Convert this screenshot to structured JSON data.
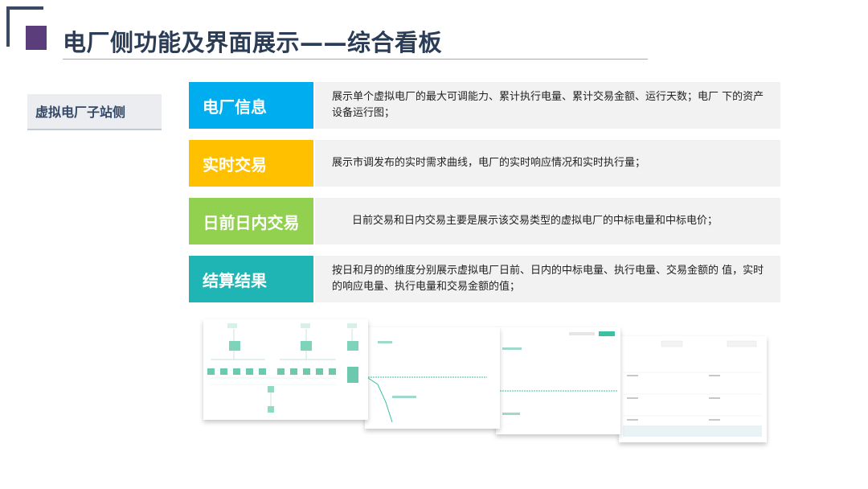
{
  "slide": {
    "title": "电厂侧功能及界面展示——综合看板"
  },
  "side_tab": {
    "label": "虚拟电厂子站侧"
  },
  "features": [
    {
      "label": "电厂信息",
      "color": "#00aeef",
      "description": "展示单个虚拟电厂的最大可调能力、累计执行电量、累计交易金额、运行天数；电厂 下的资产设备运行图；"
    },
    {
      "label": "实时交易",
      "color": "#ffc000",
      "description": "展示市调发布的实时需求曲线，电厂的实时响应情况和实时执行量；"
    },
    {
      "label": "日前日内交易",
      "color": "#92d050",
      "description": "日前交易和日内交易主要是展示该交易类型的虚拟电厂的中标电量和中标电价；"
    },
    {
      "label": "结算结果",
      "color": "#1fb5b4",
      "description": "按日和月的的维度分别展示虚拟电厂日前、日内的中标电量、执行电量、交易金额的 值，实时的响应电量、执行电量和交易金额的值；"
    }
  ],
  "colors": {
    "title_text": "#2b3c56",
    "logo_square": "#5a3d7a",
    "logo_bracket": "#3a4a63",
    "panel_background": "#f2f2f2",
    "screenshot_accent": "#3cc0a3"
  }
}
